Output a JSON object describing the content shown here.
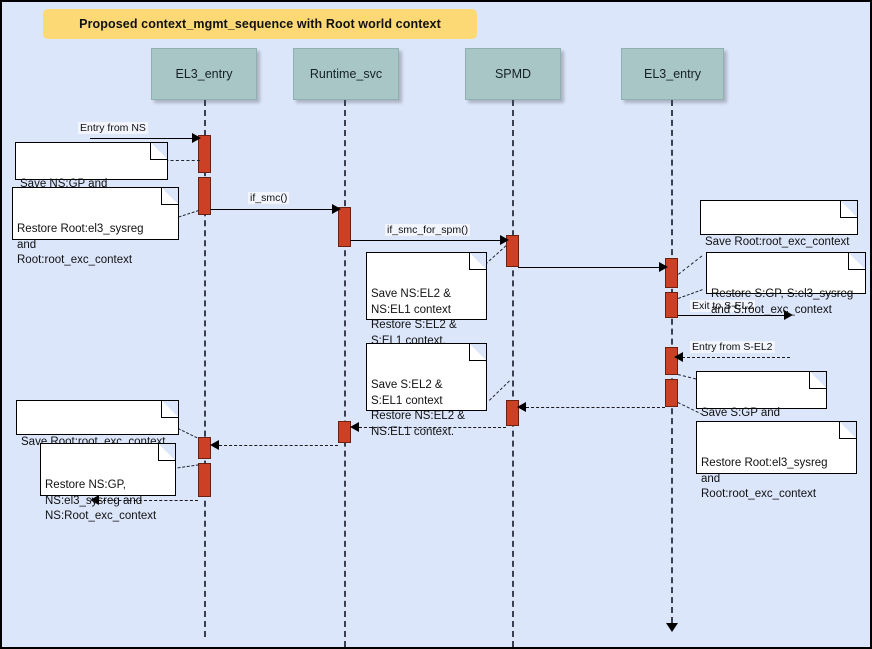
{
  "diagram": {
    "title": "Proposed context_mgmt_sequence with Root world context",
    "type": "sequence-diagram",
    "background_color": "#dce6fa",
    "title_banner_color": "#fcd975",
    "participant_color": "#a8c6c6",
    "activation_color": "#cc4125",
    "note_color": "#ffffff"
  },
  "participants": [
    {
      "name": "EL3_entry",
      "id": "el3-entry-left"
    },
    {
      "name": "Runtime_svc",
      "id": "runtime-svc"
    },
    {
      "name": "SPMD",
      "id": "spmd"
    },
    {
      "name": "EL3_entry",
      "id": "el3-entry-right"
    }
  ],
  "messages": [
    {
      "label": "Entry from NS",
      "from": "external-left",
      "to": "el3-entry-left",
      "kind": "call"
    },
    {
      "label": "if_smc()",
      "from": "el3-entry-left",
      "to": "runtime-svc",
      "kind": "call"
    },
    {
      "label": "if_smc_for_spm()",
      "from": "runtime-svc",
      "to": "spmd",
      "kind": "call"
    },
    {
      "label": "",
      "from": "spmd",
      "to": "el3-entry-right",
      "kind": "call"
    },
    {
      "label": "Exit to S-EL2",
      "from": "el3-entry-right",
      "to": "external-right",
      "kind": "call"
    },
    {
      "label": "Entry from S-EL2",
      "from": "external-right",
      "to": "el3-entry-right",
      "kind": "return"
    },
    {
      "label": "",
      "from": "el3-entry-right",
      "to": "spmd",
      "kind": "return"
    },
    {
      "label": "",
      "from": "spmd",
      "to": "runtime-svc",
      "kind": "return"
    },
    {
      "label": "",
      "from": "runtime-svc",
      "to": "el3-entry-left",
      "kind": "return"
    },
    {
      "label": "",
      "from": "el3-entry-left",
      "to": "external-left",
      "kind": "return"
    }
  ],
  "notes": [
    {
      "id": "note-1",
      "text": "Save NS:GP and\nNS:Root_exc_context"
    },
    {
      "id": "note-2",
      "text": "Restore Root:el3_sysreg\nand\nRoot:root_exc_context"
    },
    {
      "id": "note-3",
      "text": "Save NS:EL2 &\nNS:EL1 context\nRestore S:EL2 &\nS:EL1 context."
    },
    {
      "id": "note-4",
      "text": "Save Root:root_exc_context"
    },
    {
      "id": "note-5",
      "text": "Restore S:GP, S:el3_sysreg\nand S:root_exc_context"
    },
    {
      "id": "note-6",
      "text": "Save S:EL2 &\nS:EL1 context\nRestore NS:EL2 &\nNS:EL1 context."
    },
    {
      "id": "note-7",
      "text": "Save S:GP and\nS:root_exc_context"
    },
    {
      "id": "note-8",
      "text": "Restore Root:el3_sysreg\nand\nRoot:root_exc_context"
    },
    {
      "id": "note-9",
      "text": "Save Root:root_exc_context"
    },
    {
      "id": "note-10",
      "text": "Restore NS:GP,\nNS:el3_sysreg and\nNS:Root_exc_context"
    }
  ]
}
